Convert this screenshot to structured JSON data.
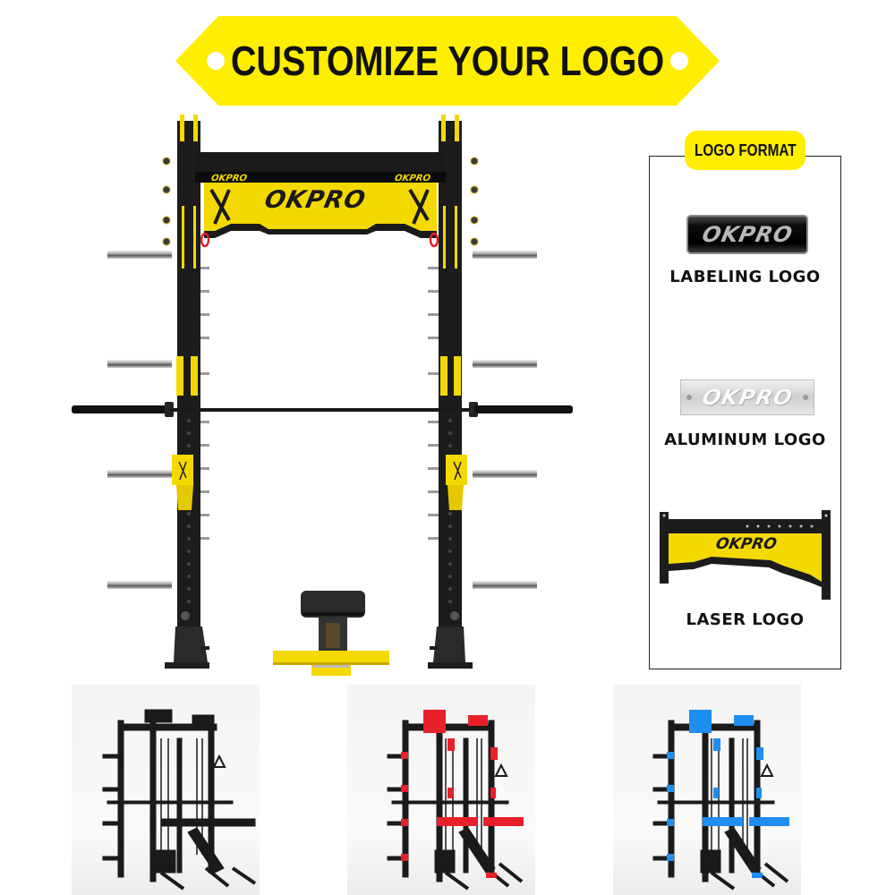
{
  "banner": {
    "title": "CUSTOMIZE YOUR LOGO",
    "color": "#ffee00"
  },
  "product": {
    "brand_main": "OKPRO",
    "brand_left": "OKPRO",
    "brand_right": "OKPRO",
    "frame_color": "#1c1c1c",
    "accent_color": "#f4d900"
  },
  "logo_format": {
    "tag": "LOGO FORMAT",
    "items": [
      {
        "badge_text": "OKPRO",
        "label": "LABELING LOGO"
      },
      {
        "badge_text": "OKPRO",
        "label": "ALUMINUM LOGO"
      },
      {
        "badge_text": "OKPRO",
        "label": "LASER LOGO"
      }
    ]
  },
  "variants": [
    {
      "color_name": "black",
      "accent": "#2a2a2a"
    },
    {
      "color_name": "red",
      "accent": "#e8202a"
    },
    {
      "color_name": "blue",
      "accent": "#1e8ef0"
    }
  ]
}
